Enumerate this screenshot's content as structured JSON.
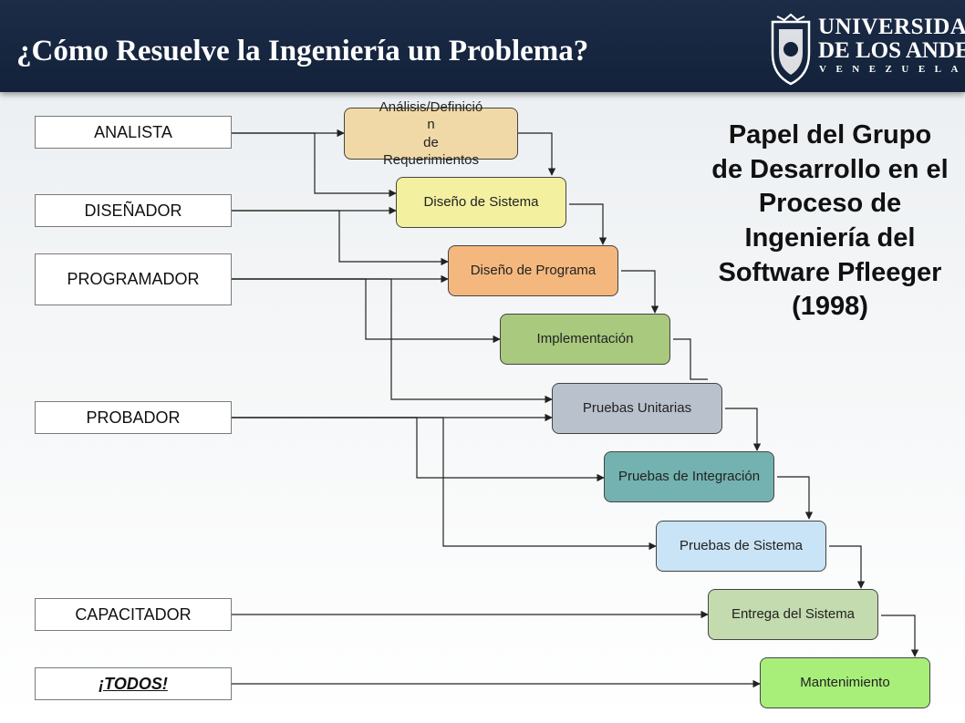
{
  "title": "¿Cómo Resuelve la Ingeniería un Problema?",
  "logo": {
    "line1": "UNIVERSIDAD",
    "line2": "DE LOS ANDES",
    "line3": "VENEZUELA"
  },
  "roles": [
    "ANALISTA",
    "DISEÑADOR",
    "PROGRAMADOR",
    "PROBADOR",
    "CAPACITADOR",
    "¡TODOS!"
  ],
  "stages": [
    {
      "label": "Análisis/Definició\nn\nde\nRequerimientos",
      "color": "#f1d9a7"
    },
    {
      "label": "Diseño de Sistema",
      "color": "#f3f0a0"
    },
    {
      "label": "Diseño de Programa",
      "color": "#f4b87e"
    },
    {
      "label": "Implementación",
      "color": "#a8c97e"
    },
    {
      "label": "Pruebas Unitarias",
      "color": "#b9c1cc"
    },
    {
      "label": "Pruebas de Integración",
      "color": "#73b2b0"
    },
    {
      "label": "Pruebas de Sistema",
      "color": "#c8e4f6"
    },
    {
      "label": "Entrega del Sistema",
      "color": "#c3dbae"
    },
    {
      "label": "Mantenimiento",
      "color": "#a8ef7a"
    }
  ],
  "side_text": "Papel del Grupo de Desarrollo en el Proceso de Ingeniería del Software Pfleeger (1998)"
}
